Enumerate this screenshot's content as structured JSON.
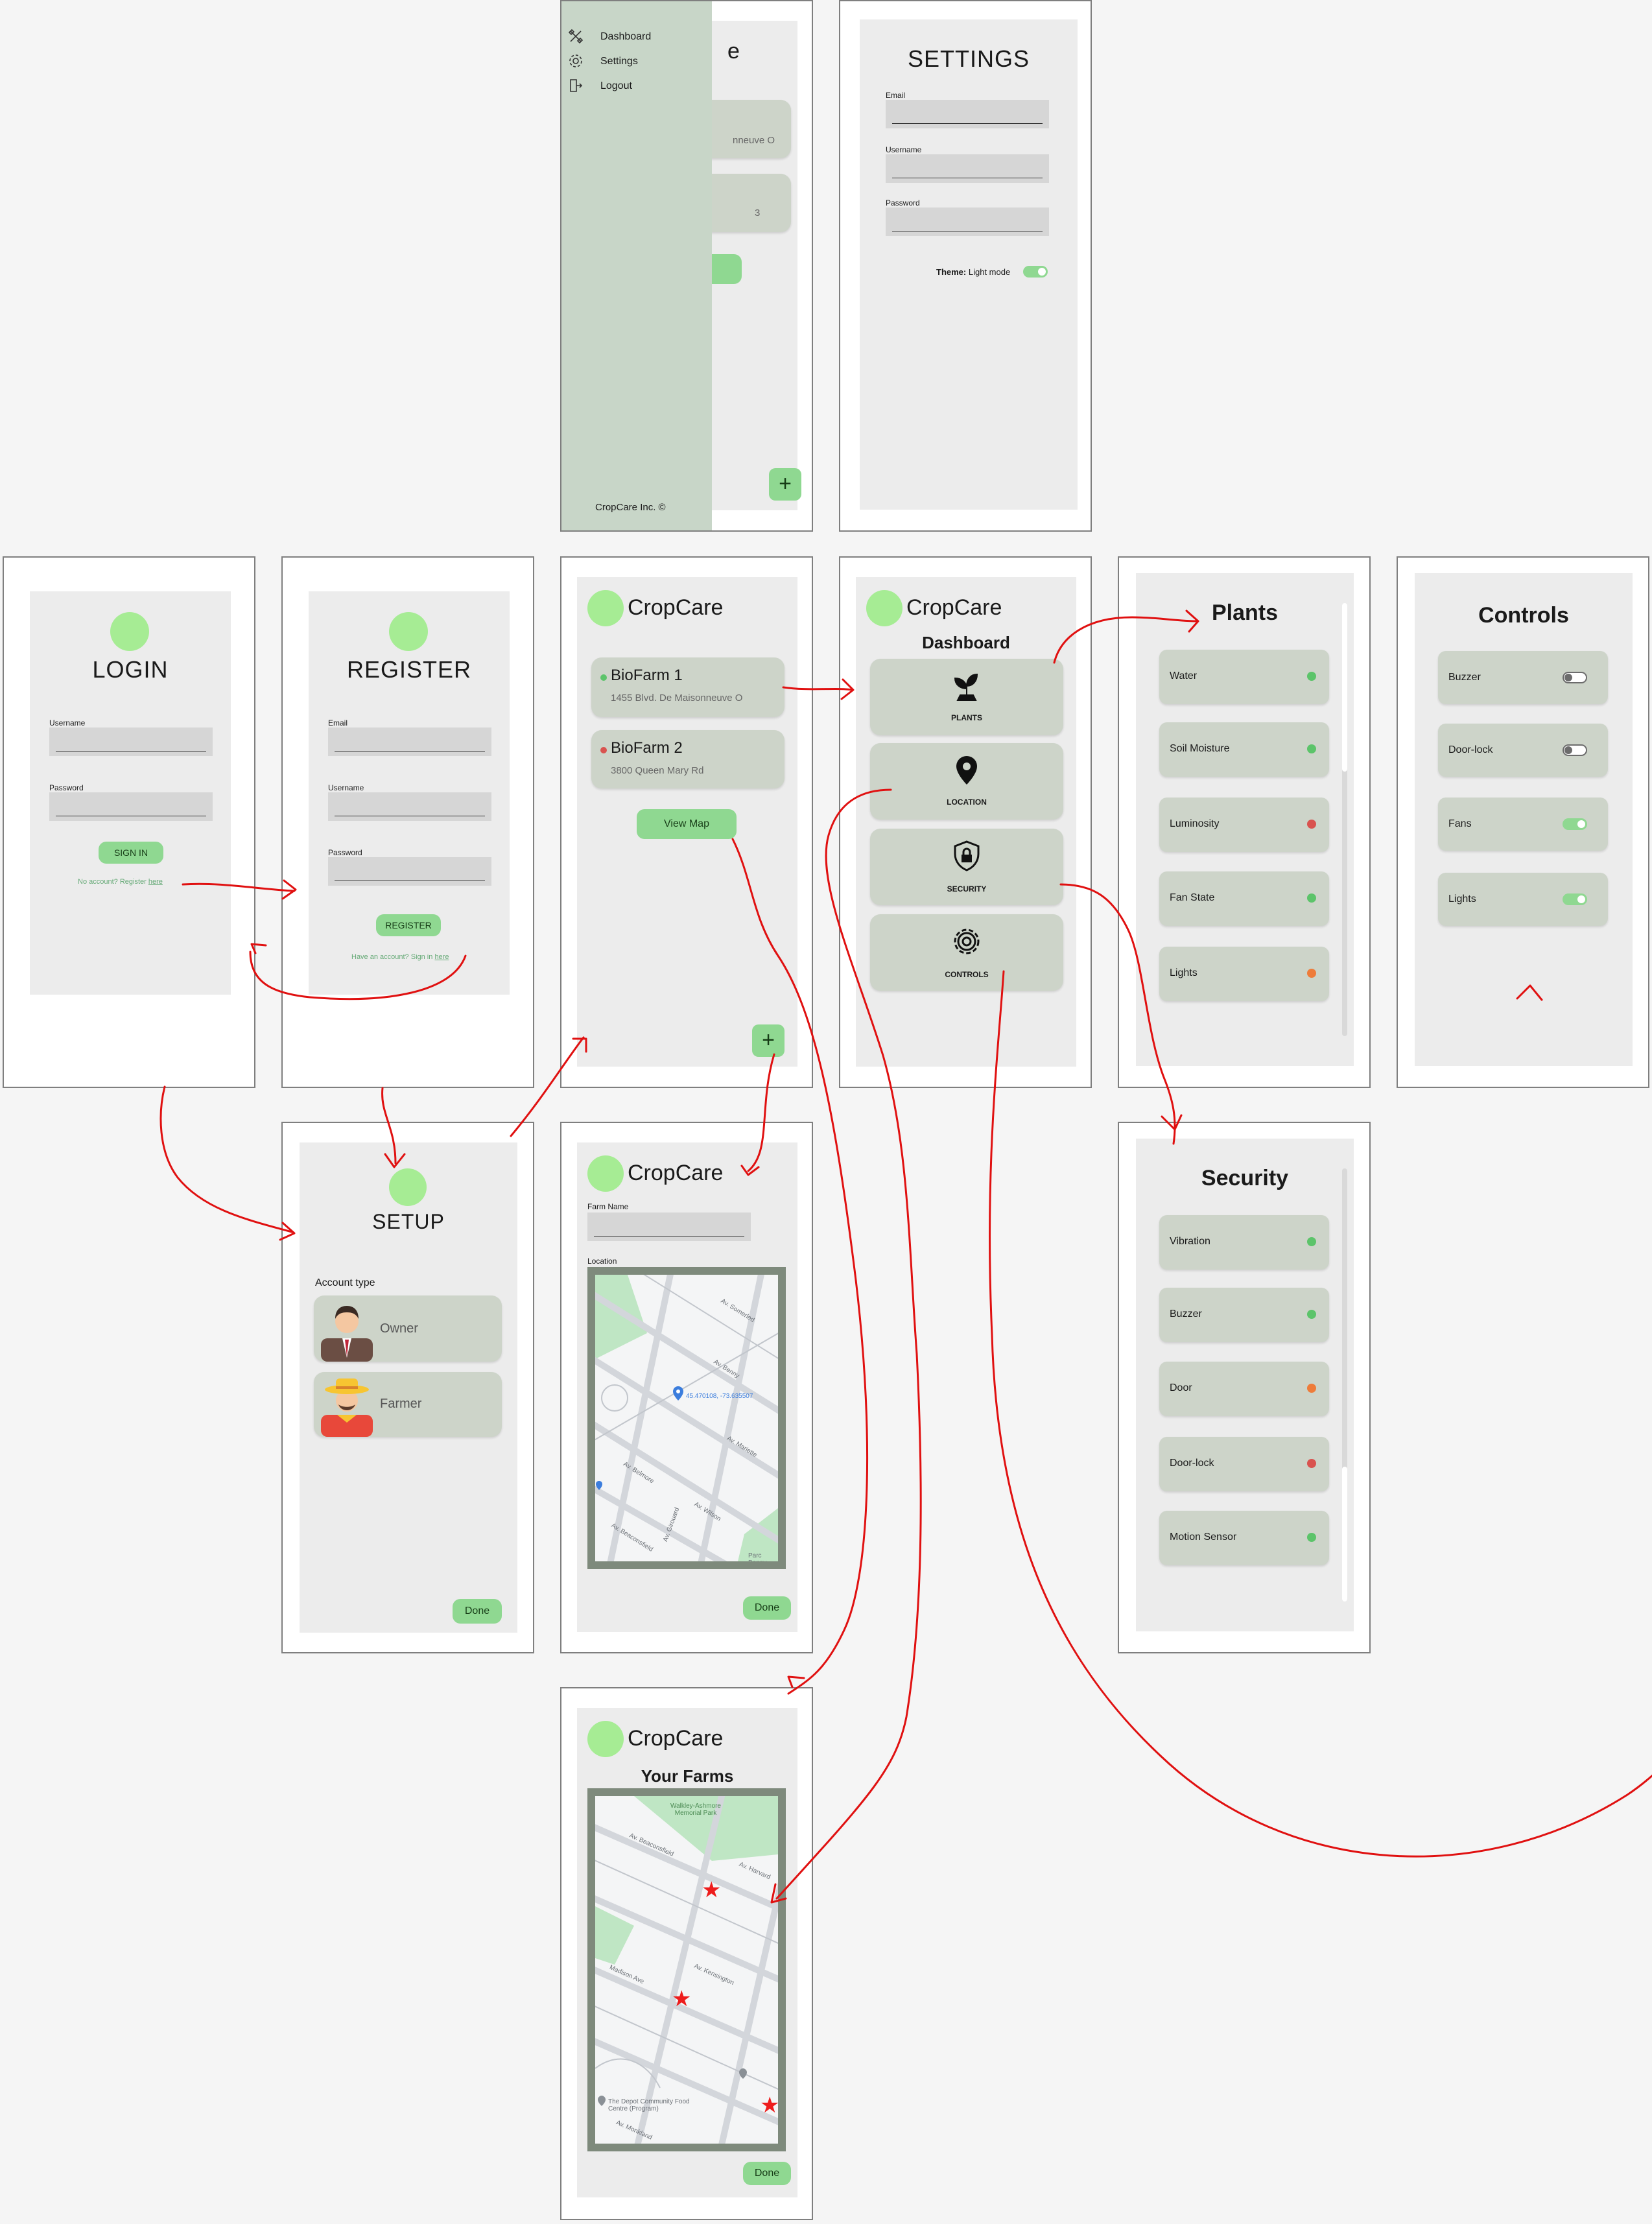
{
  "drawer": {
    "items": [
      {
        "label": "Dashboard",
        "icon": "tools-icon"
      },
      {
        "label": "Settings",
        "icon": "gear-icon"
      },
      {
        "label": "Logout",
        "icon": "logout-icon"
      }
    ],
    "footer": "CropCare Inc. ©",
    "behind_title": "e",
    "behind_address": "nneuve O",
    "behind_text2": "3"
  },
  "settings": {
    "title": "SETTINGS",
    "email_label": "Email",
    "username_label": "Username",
    "password_label": "Password",
    "theme_label": "Theme:",
    "theme_value": "Light mode",
    "theme_on": true
  },
  "login": {
    "title": "LOGIN",
    "username_label": "Username",
    "password_label": "Password",
    "button": "SIGN IN",
    "footer_text": "No account? Register",
    "footer_link": "here"
  },
  "register": {
    "title": "REGISTER",
    "email_label": "Email",
    "username_label": "Username",
    "password_label": "Password",
    "button": "REGISTER",
    "footer_text": "Have an account? Sign in",
    "footer_link": "here"
  },
  "farms": {
    "app_name": "CropCare",
    "items": [
      {
        "name": "BioFarm 1",
        "address": "1455 Blvd. De Maisonneuve O",
        "status_color": "#5cc46a"
      },
      {
        "name": "BioFarm 2",
        "address": "3800 Queen Mary Rd",
        "status_color": "#d9534f"
      }
    ],
    "view_map": "View Map",
    "add": "+"
  },
  "dashboard": {
    "app_name": "CropCare",
    "title": "Dashboard",
    "tiles": [
      {
        "label": "PLANTS",
        "icon": "plant-icon"
      },
      {
        "label": "LOCATION",
        "icon": "location-pin-icon"
      },
      {
        "label": "SECURITY",
        "icon": "shield-lock-icon"
      },
      {
        "label": "CONTROLS",
        "icon": "gear-icon"
      }
    ]
  },
  "plants": {
    "title": "Plants",
    "items": [
      {
        "label": "Water",
        "color": "#5cc46a"
      },
      {
        "label": "Soil Moisture",
        "color": "#5cc46a"
      },
      {
        "label": "Luminosity",
        "color": "#d9534f"
      },
      {
        "label": "Fan State",
        "color": "#5cc46a"
      },
      {
        "label": "Lights",
        "color": "#ee7c3a"
      }
    ]
  },
  "controls": {
    "title": "Controls",
    "items": [
      {
        "label": "Buzzer",
        "on": false
      },
      {
        "label": "Door-lock",
        "on": false
      },
      {
        "label": "Fans",
        "on": true
      },
      {
        "label": "Lights",
        "on": true
      }
    ]
  },
  "setup": {
    "title": "SETUP",
    "account_type": "Account type",
    "options": [
      {
        "label": "Owner",
        "icon": "businessman-avatar-icon"
      },
      {
        "label": "Farmer",
        "icon": "farmer-avatar-icon"
      }
    ],
    "done": "Done"
  },
  "add_farm": {
    "app_name": "CropCare",
    "farm_name_label": "Farm Name",
    "location_label": "Location",
    "map_label": "45.470108, -73.635507",
    "street_labels": [
      "Av. Somerled",
      "Av. Benny",
      "Av. Mariette",
      "Av. Belmore",
      "Av. Beaconsfield",
      "Av. Girouard",
      "Av. Wilson",
      "Parc Benny"
    ],
    "done": "Done"
  },
  "security": {
    "title": "Security",
    "items": [
      {
        "label": "Vibration",
        "color": "#5cc46a"
      },
      {
        "label": "Buzzer",
        "color": "#5cc46a"
      },
      {
        "label": "Door",
        "color": "#ee7c3a"
      },
      {
        "label": "Door-lock",
        "color": "#d9534f"
      },
      {
        "label": "Motion Sensor",
        "color": "#5cc46a"
      }
    ]
  },
  "your_farms": {
    "app_name": "CropCare",
    "title": "Your Farms",
    "park_label": "Walkley-Ashmore Memorial Park",
    "place_label": "The Depot Community Food Centre (Program)",
    "street_labels": [
      "Av. Beaconsfield",
      "Av. Harvard",
      "Av. Kensington",
      "Madison Ave",
      "Av. Monkland"
    ],
    "done": "Done"
  },
  "colors": {
    "accent": "#8fd891",
    "logo": "#a6ec94",
    "card": "#cdd4c9",
    "screen": "#ececec",
    "drawer": "#c8d6c8",
    "flow_arrow": "#e01010",
    "map_border": "#7e8a7c"
  }
}
